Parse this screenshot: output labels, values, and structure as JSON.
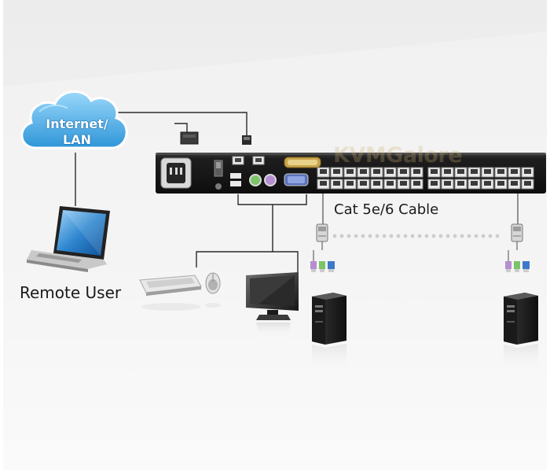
{
  "cloud": {
    "line1": "Internet/",
    "line2": "LAN"
  },
  "labels": {
    "remote_user": "Remote User",
    "cable": "Cat 5e/6 Cable"
  },
  "watermark": {
    "text": "KVMGalore"
  },
  "colors": {
    "background_panel": "#f3f3f3",
    "cloud_fill": "#4fb0e8",
    "switch_body": "#1c1c1c",
    "port_fill": "#e9e9e9",
    "line": "#2a2a2a",
    "dots": "#cccccc"
  }
}
